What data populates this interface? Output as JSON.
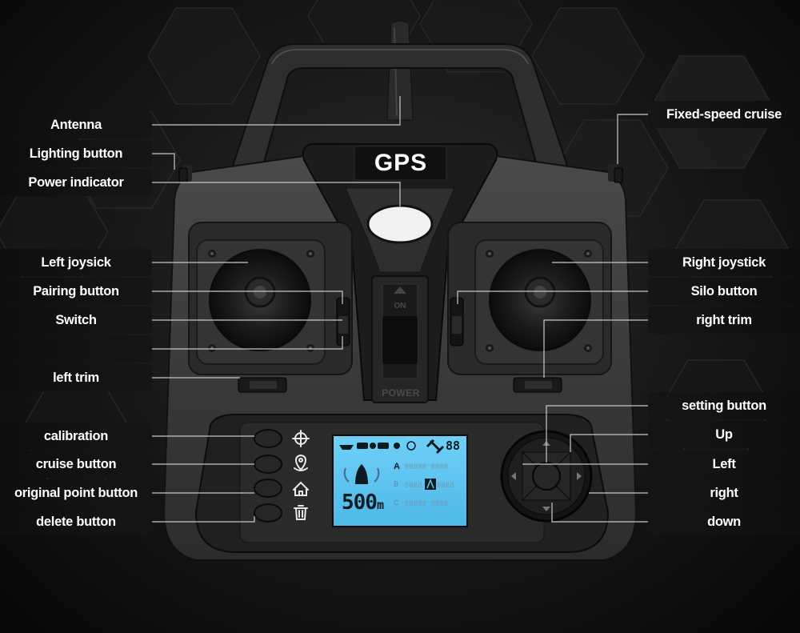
{
  "title": "GPS",
  "switch_label": "ON",
  "power_label": "POWER",
  "lcd": {
    "distance": "500",
    "unit": "m",
    "counter": "88",
    "rows": [
      "A",
      "B",
      "C"
    ]
  },
  "labels_left": [
    "Antenna",
    "Lighting button",
    "Power indicator",
    "Left joysick",
    "Pairing button",
    "Switch",
    "",
    "left trim",
    "calibration",
    "cruise button",
    "original point button",
    "delete button"
  ],
  "labels_right": [
    "Fixed-speed cruise",
    "Right joystick",
    "Silo button",
    "right trim",
    "setting button",
    "Up",
    "Left",
    "right",
    "down"
  ],
  "colors": {
    "background": "#121212",
    "controller_body": "#3a3a3a",
    "panel": "#262626",
    "lcd": "#5ec8f2",
    "label_text": "#ffffff",
    "leader_line": "#c8c8c8"
  },
  "icons": [
    "crosshair-icon",
    "location-pin-icon",
    "home-icon",
    "trash-icon",
    "boat-icon",
    "satellite-icon"
  ]
}
